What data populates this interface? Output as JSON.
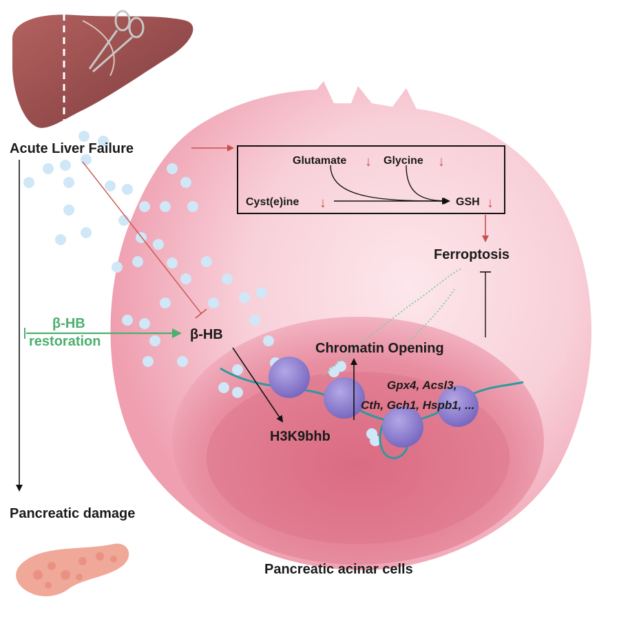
{
  "labels": {
    "acute_liver_failure": "Acute Liver Failure",
    "pancreatic_damage": "Pancreatic damage",
    "pancreatic_acinar_cells": "Pancreatic acinar cells",
    "beta_hb_restoration_line1": "β-HB",
    "beta_hb_restoration_line2": "restoration",
    "beta_hb": "β-HB",
    "h3k9bhb": "H3K9bhb",
    "chromatin_opening": "Chromatin Opening",
    "ferroptosis": "Ferroptosis",
    "glutamate": "Glutamate",
    "glycine": "Glycine",
    "cysteine": "Cyst(e)ine",
    "gsh": "GSH",
    "genes_line1": "Gpx4, Acsl3,",
    "genes_line2": "Cth, Gch1, Hspb1, ..."
  },
  "symbols": {
    "decrease_arrow": "↓"
  },
  "colors": {
    "activation_red": "#c9504a",
    "restoration_green": "#4caf6e",
    "cell_outer": "#f6cbd3",
    "nucleus": "#e58ea0",
    "nucleosome": "#8e80c9",
    "dna": "#2b9aa0",
    "metabolite_dot": "#cfe7f7",
    "liver": "#9a4e4e",
    "pancreas": "#f0a898"
  },
  "icons": [
    "liver-with-scissors-icon",
    "pancreas-icon",
    "nucleosome-icon",
    "dna-strand-icon"
  ]
}
